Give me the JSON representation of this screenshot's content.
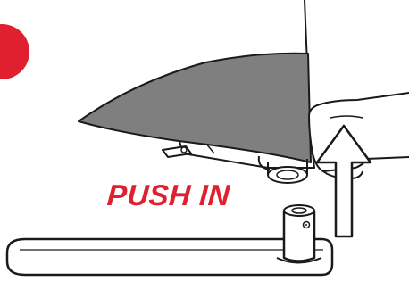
{
  "instruction": {
    "text": "PUSH IN",
    "color": "#e0202e"
  },
  "colors": {
    "line": "#1a1a1a",
    "fabric": "#7f7f7f",
    "accent": "#e0202e",
    "background": "#ffffff"
  },
  "icons": {
    "step_marker": "red-step-circle",
    "direction": "up-arrow-outline"
  }
}
